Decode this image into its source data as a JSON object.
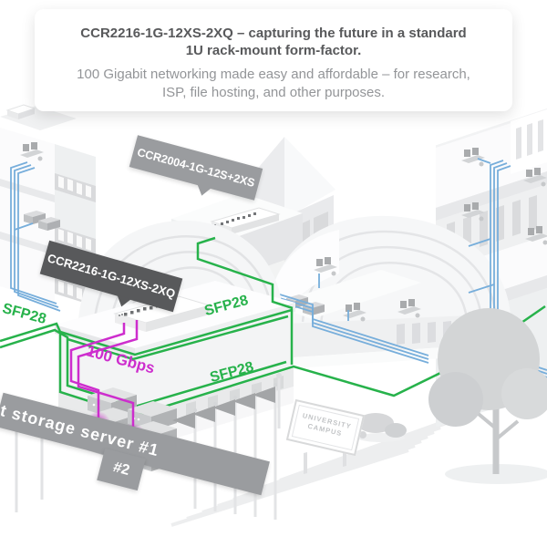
{
  "card": {
    "title_line1": "CCR2216-1G-12XS-2XQ – capturing the future in a standard",
    "title_line2": "1U rack-mount form-factor.",
    "subtitle_line1": "100 Gigabit networking made easy and affordable – for research,",
    "subtitle_line2": "ISP, file hosting, and other purposes."
  },
  "labels": {
    "router_top": "CCR2004-1G-12S+2XS",
    "router_main": "CCR2216-1G-12XS-2XQ",
    "sfp28_left": "SFP28",
    "sfp28_mid": "SFP28",
    "sfp28_bottom": "SFP28",
    "speed": "100 Gbps",
    "storage1": "t storage server #1",
    "storage2": "#2",
    "sign_line1": "UNIVERSITY",
    "sign_line2": "CAMPUS"
  },
  "colors": {
    "green": "#27b24b",
    "blue": "#77aedb",
    "magenta": "#cd2dcd",
    "banner_gray": "#9a9c9f",
    "banner_dark": "#58595b",
    "title_text": "#58595b",
    "subtitle_text": "#939598"
  }
}
